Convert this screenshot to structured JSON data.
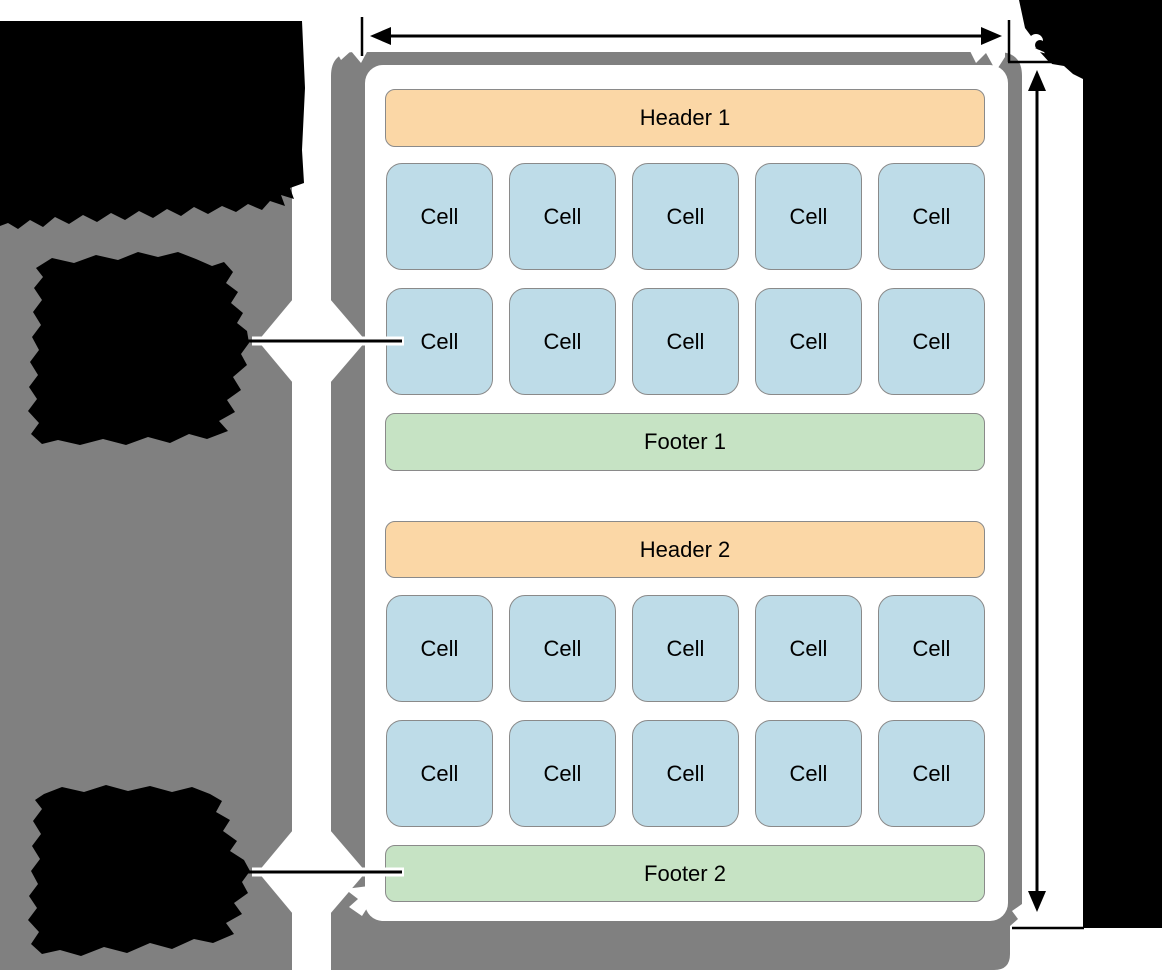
{
  "colors": {
    "bg_gray": "#808080",
    "panel_white": "#ffffff",
    "header_fill": "#fbd7a6",
    "cell_fill": "#bedce8",
    "footer_fill": "#c6e3c4",
    "border_gray": "#8a8a8a",
    "ink": "#000000"
  },
  "collection": {
    "sections": [
      {
        "header": "Header 1",
        "rows": [
          [
            "Cell",
            "Cell",
            "Cell",
            "Cell",
            "Cell"
          ],
          [
            "Cell",
            "Cell",
            "Cell",
            "Cell",
            "Cell"
          ]
        ],
        "footer": "Footer 1"
      },
      {
        "header": "Header 2",
        "rows": [
          [
            "Cell",
            "Cell",
            "Cell",
            "Cell",
            "Cell"
          ],
          [
            "Cell",
            "Cell",
            "Cell",
            "Cell",
            "Cell"
          ]
        ],
        "footer": "Footer 2"
      }
    ]
  }
}
